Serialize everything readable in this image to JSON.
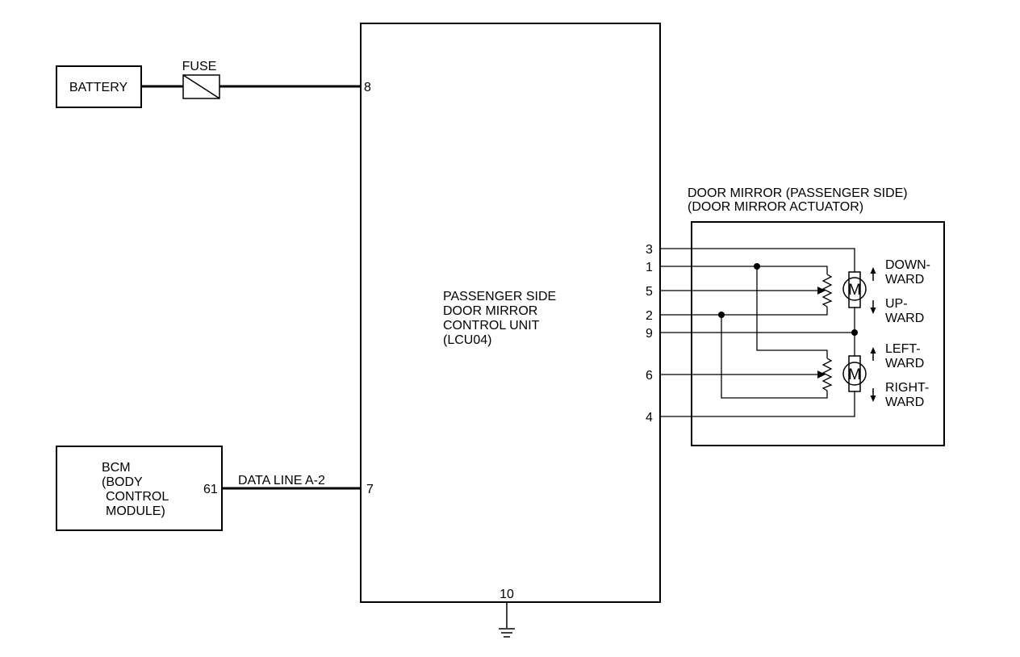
{
  "battery": {
    "label": "BATTERY"
  },
  "fuse": {
    "label": "FUSE"
  },
  "bcm": {
    "line1": "BCM",
    "line2": "(BODY",
    "line3": "CONTROL",
    "line4": "MODULE)",
    "pin": "61"
  },
  "data_line": {
    "label": "DATA LINE A-2"
  },
  "control_unit": {
    "line1": "PASSENGER SIDE",
    "line2": "DOOR MIRROR",
    "line3": "CONTROL UNIT",
    "line4": "(LCU04)",
    "pins": {
      "battery": "8",
      "data": "7",
      "ground": "10",
      "p3": "3",
      "p1": "1",
      "p5": "5",
      "p2": "2",
      "p9": "9",
      "p6": "6",
      "p4": "4"
    }
  },
  "door_mirror": {
    "title1": "DOOR MIRROR (PASSENGER SIDE)",
    "title2": "(DOOR MIRROR ACTUATOR)",
    "motor_label": "M",
    "directions": {
      "down1": "DOWN-",
      "down2": "WARD",
      "up1": "UP-",
      "up2": "WARD",
      "left1": "LEFT-",
      "left2": "WARD",
      "right1": "RIGHT-",
      "right2": "WARD"
    }
  }
}
